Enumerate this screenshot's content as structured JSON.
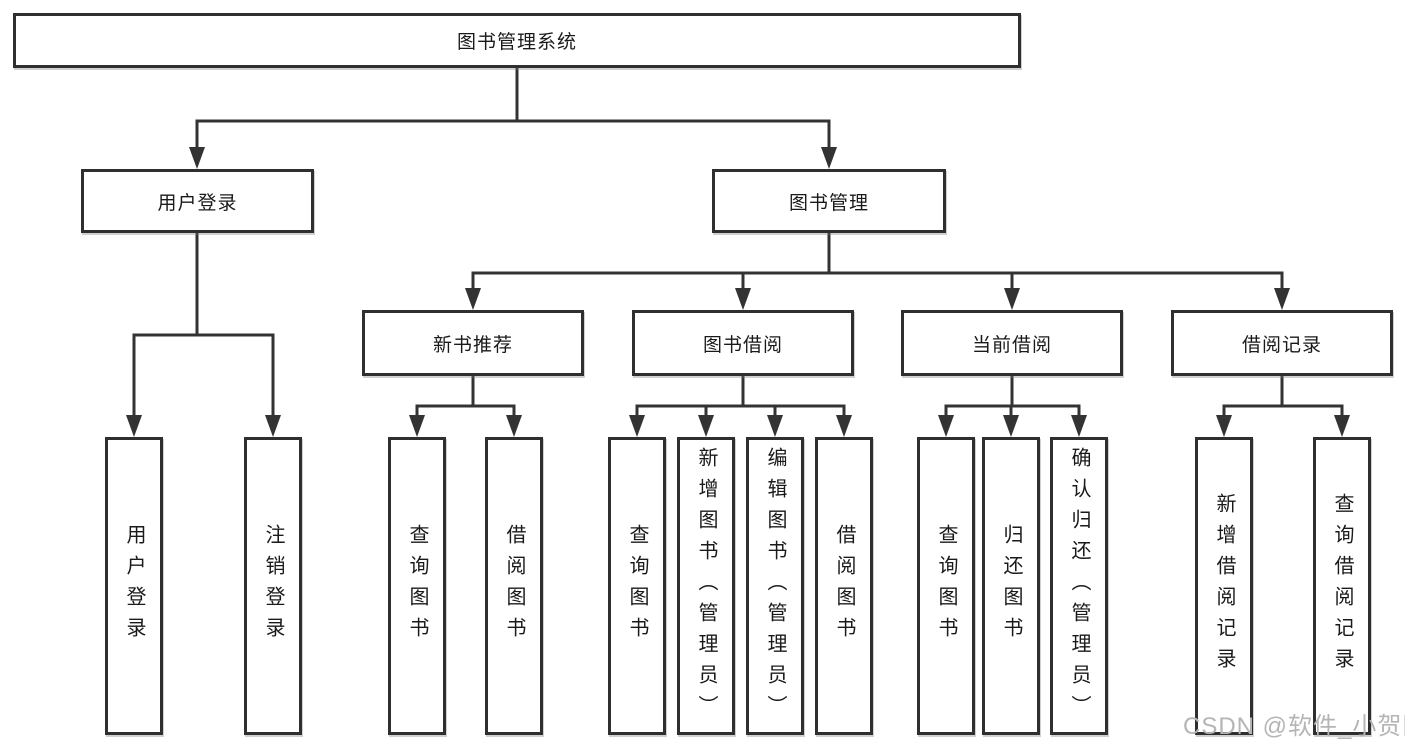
{
  "diagram": {
    "root": {
      "label": "图书管理系统"
    },
    "branches": [
      {
        "label": "用户登录",
        "children": [
          "用户登录",
          "注销登录"
        ]
      },
      {
        "label": "图书管理",
        "groups": [
          {
            "label": "新书推荐",
            "children": [
              "查询图书",
              "借阅图书"
            ]
          },
          {
            "label": "图书借阅",
            "children": [
              "查询图书",
              "新增图书（管理员）",
              "编辑图书（管理员）",
              "借阅图书"
            ]
          },
          {
            "label": "当前借阅",
            "children": [
              "查询图书",
              "归还图书",
              "确认归还（管理员）"
            ]
          },
          {
            "label": "借阅记录",
            "children": [
              "新增借阅记录",
              "查询借阅记录"
            ]
          }
        ]
      }
    ]
  },
  "watermark": "CSDN @软件_小贺同学",
  "colors": {
    "line": "#333333",
    "box_border": "#2f2f2f",
    "box_background": "#ffffff",
    "text": "#1a1a1a",
    "watermark": "#b5b5b5"
  }
}
